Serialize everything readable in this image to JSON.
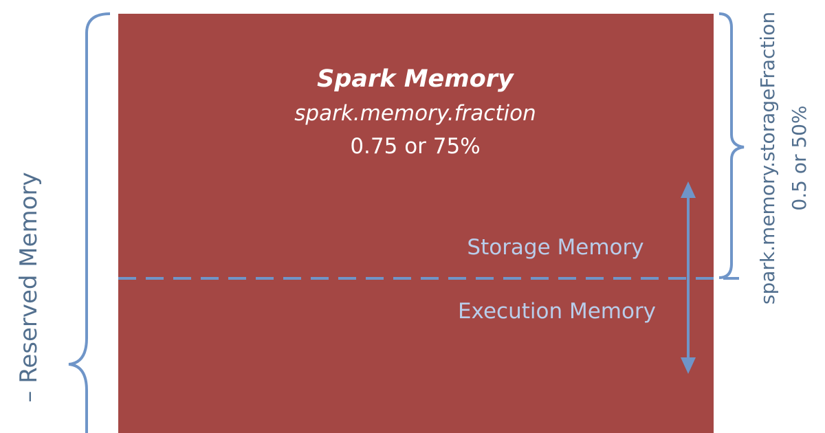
{
  "diagram": {
    "spark_memory": {
      "title": "Spark Memory",
      "parameter": "spark.memory.fraction",
      "value": "0.75 or 75%"
    },
    "storage_label": "Storage Memory",
    "execution_label": "Execution Memory",
    "left_brace_label": "– Reserved Memory",
    "right_brace_label": {
      "parameter": "spark.memory.storageFraction",
      "value": "0.5 or 50%"
    }
  },
  "colors": {
    "block_fill": "#a44744",
    "accent_blue": "#6f95c8",
    "label_text": "#b9cdea",
    "brace_text": "#53708f",
    "title_text": "#ffffff"
  }
}
